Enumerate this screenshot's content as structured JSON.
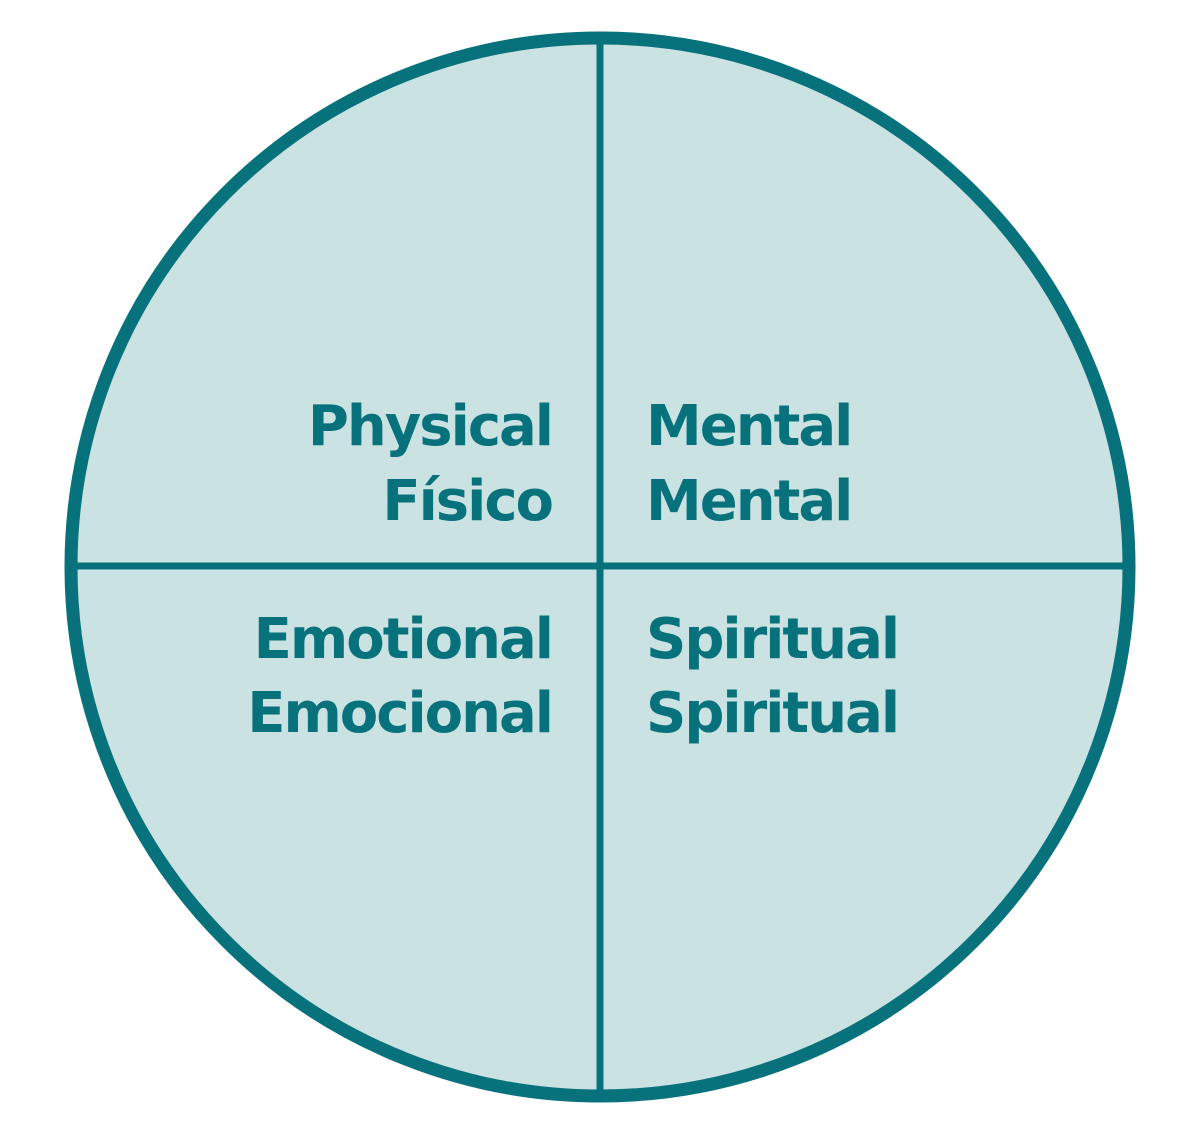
{
  "diagram": {
    "title": "Wellness quadrants",
    "colors": {
      "stroke": "#07717c",
      "fill": "#cbe2e2",
      "text": "#07717c",
      "background": "#ffffff"
    },
    "quadrants": [
      {
        "position": "top-left",
        "english": "Physical",
        "spanish": "Físico"
      },
      {
        "position": "top-right",
        "english": "Mental",
        "spanish": "Mental"
      },
      {
        "position": "bottom-left",
        "english": "Emotional",
        "spanish": "Emocional"
      },
      {
        "position": "bottom-right",
        "english": "Spiritual",
        "spanish": "Spiritual"
      }
    ]
  }
}
